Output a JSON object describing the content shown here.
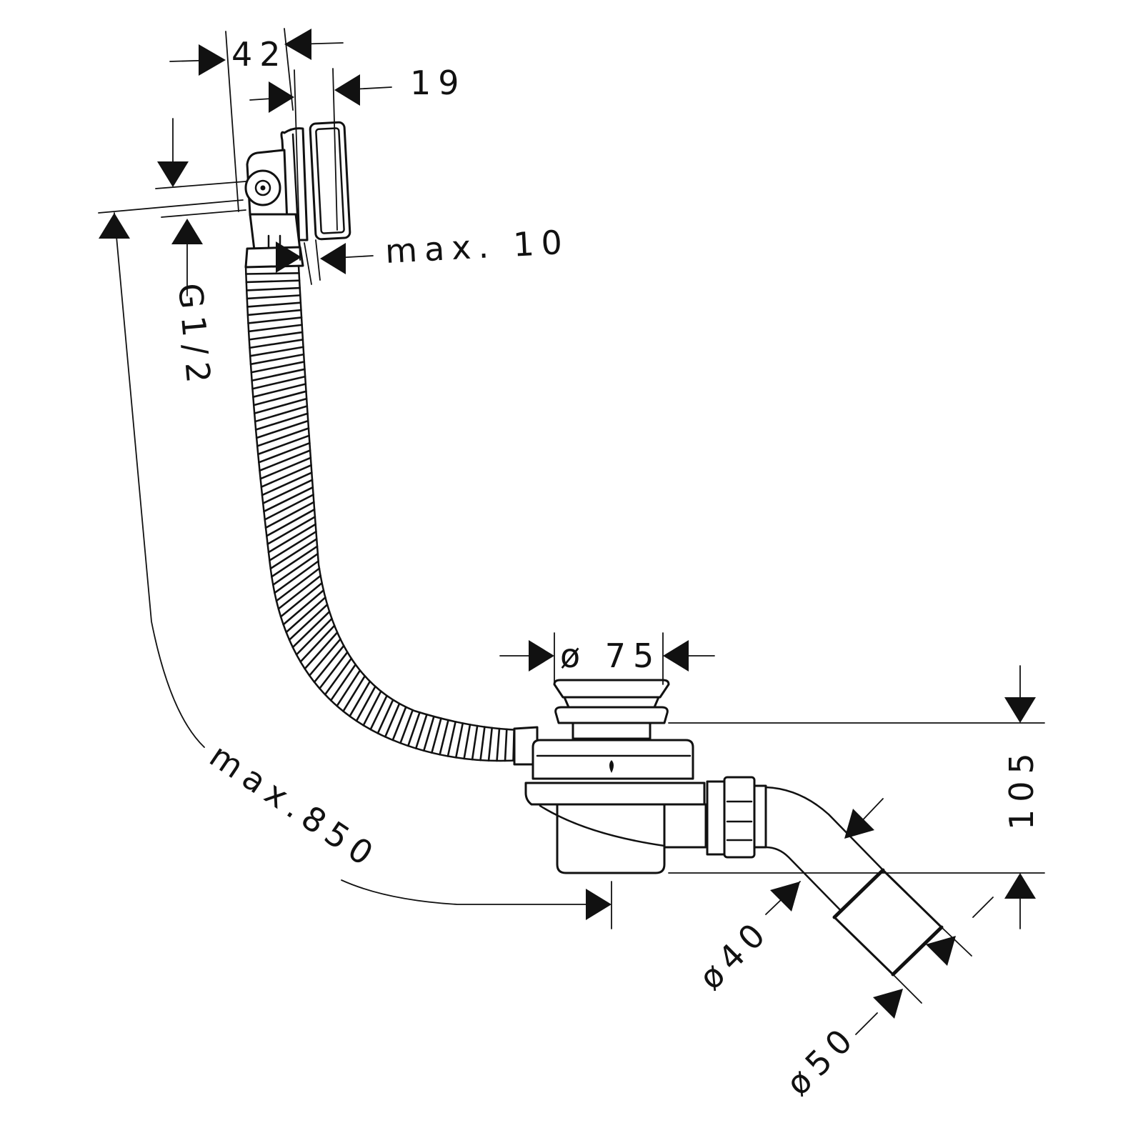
{
  "drawing": {
    "dimensions": {
      "width_42": "42",
      "depth_19": "19",
      "max_10": "max. 10",
      "thread_g12": "G1/2",
      "max_850": "max.850",
      "dia_75": "ø 75",
      "height_105": "105",
      "dia_40": "ø40",
      "dia_50": "ø50"
    }
  }
}
